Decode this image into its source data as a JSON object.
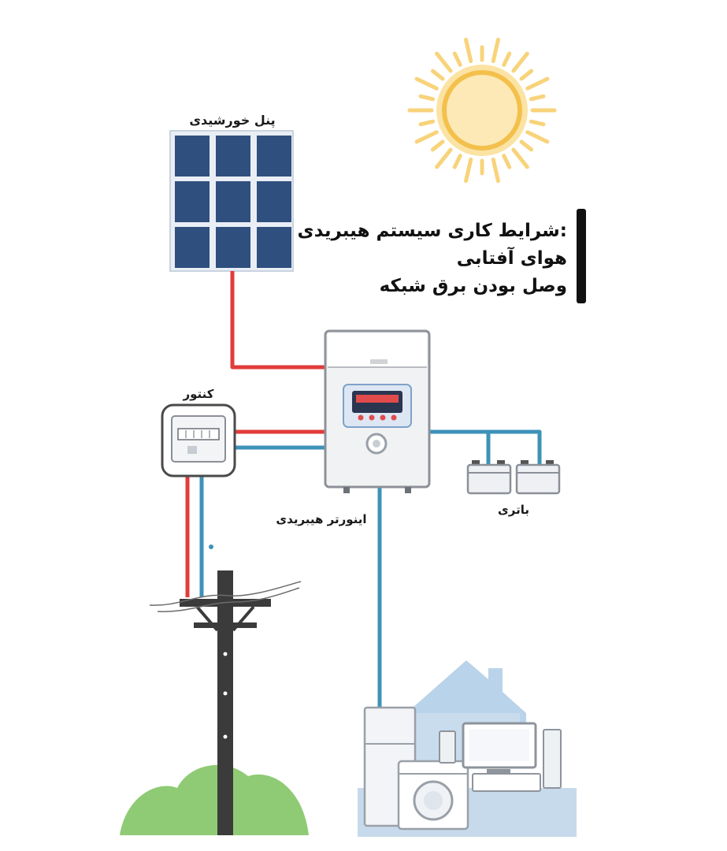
{
  "labels": {
    "solar_panel": "پنل خورشیدی",
    "meter": "کنتور",
    "inverter": "اینورتر هیبریدی",
    "battery": "باتری"
  },
  "conditions": {
    "title": "شرایط کاری سیستم هیبریدی:",
    "items": [
      "هوای آفتابی",
      "وصل بودن برق شبکه"
    ]
  },
  "colors": {
    "dc_wire": "#e23b3b",
    "ac_wire": "#3e92b8",
    "panel_cell": "#2f4f7f",
    "sun": "#f8c94a",
    "house": "#bcd6ec",
    "bush": "#7fc26a",
    "pole": "#3b3b3b"
  }
}
